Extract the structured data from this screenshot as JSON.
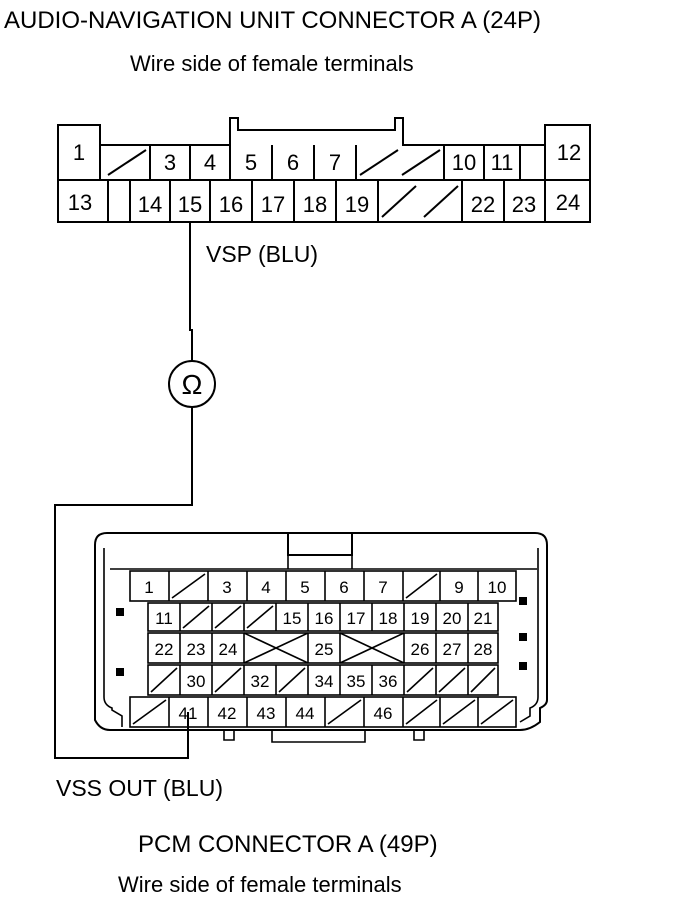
{
  "connector_a": {
    "title": "AUDIO-NAVIGATION UNIT CONNECTOR A (24P)",
    "subtitle": "Wire side of female terminals",
    "top_row": [
      "1",
      "",
      "3",
      "4",
      "5",
      "6",
      "7",
      "",
      "",
      "10",
      "11",
      "12"
    ],
    "bottom_row": [
      "13",
      "14",
      "15",
      "16",
      "17",
      "18",
      "19",
      "",
      "",
      "22",
      "23",
      "24"
    ]
  },
  "wire_top_label": "VSP (BLU)",
  "meter_symbol": "Ω",
  "wire_bottom_label": "VSS OUT (BLU)",
  "pcm_connector": {
    "title": "PCM CONNECTOR A (49P)",
    "subtitle": "Wire side of female terminals",
    "row1": [
      "1",
      "",
      "3",
      "4",
      "5",
      "6",
      "7",
      "",
      "9",
      "10"
    ],
    "row2": [
      "11",
      "",
      "",
      "",
      "15",
      "16",
      "17",
      "18",
      "19",
      "20",
      "21"
    ],
    "row3": [
      "22",
      "23",
      "24",
      "",
      "",
      "25",
      "",
      "",
      "26",
      "27",
      "28"
    ],
    "row4": [
      "",
      "30",
      "",
      "32",
      "",
      "34",
      "35",
      "36",
      "",
      "",
      ""
    ],
    "row5": [
      "",
      "41",
      "42",
      "43",
      "44",
      "",
      "46",
      "",
      "",
      ""
    ]
  }
}
